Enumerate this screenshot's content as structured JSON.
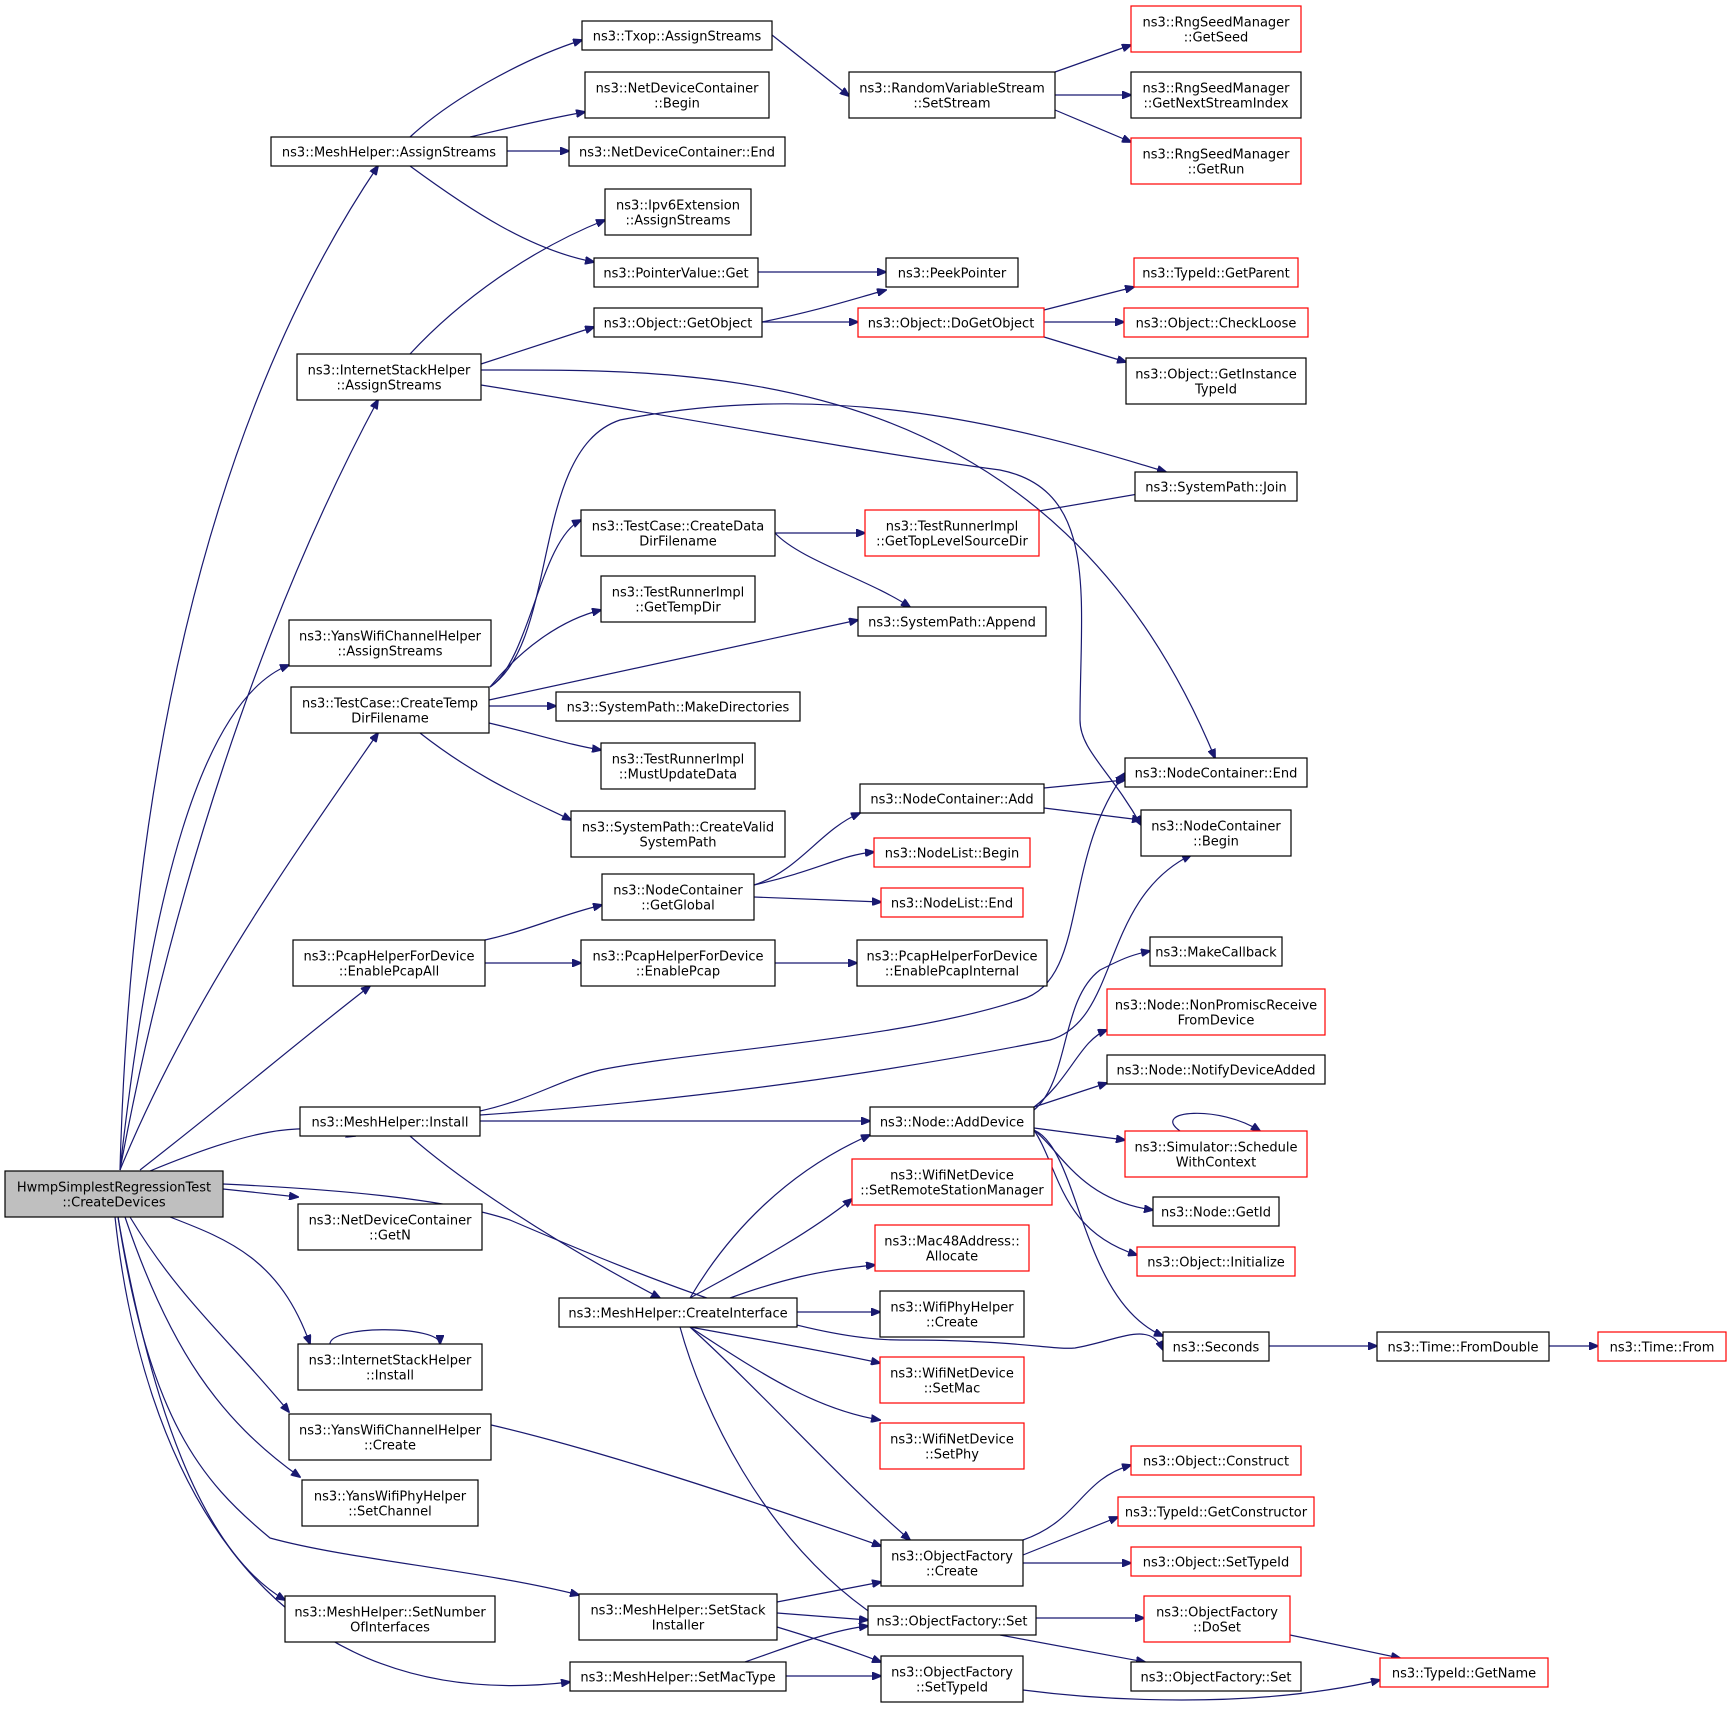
{
  "colors": {
    "edge": "#191970",
    "arrowhead": "#191970",
    "node_border_default": "#000000",
    "node_border_truncated": "#ff0000",
    "root_fill": "#bfbfbf",
    "node_fill": "#ffffff"
  },
  "nodes": [
    {
      "id": "root",
      "lines": [
        "HwmpSimplestRegressionTest",
        "::CreateDevices"
      ],
      "style": "root"
    },
    {
      "id": "mh_assign",
      "lines": [
        "ns3::MeshHelper::AssignStreams"
      ],
      "style": "normal"
    },
    {
      "id": "ish_assign",
      "lines": [
        "ns3::InternetStackHelper",
        "::AssignStreams"
      ],
      "style": "normal"
    },
    {
      "id": "ywch_assign",
      "lines": [
        "ns3::YansWifiChannelHelper",
        "::AssignStreams"
      ],
      "style": "normal"
    },
    {
      "id": "tc_tempdir",
      "lines": [
        "ns3::TestCase::CreateTemp",
        "DirFilename"
      ],
      "style": "normal"
    },
    {
      "id": "phfd_all",
      "lines": [
        "ns3::PcapHelperForDevice",
        "::EnablePcapAll"
      ],
      "style": "normal"
    },
    {
      "id": "mh_install",
      "lines": [
        "ns3::MeshHelper::Install"
      ],
      "style": "normal"
    },
    {
      "id": "ndc_getn",
      "lines": [
        "ns3::NetDeviceContainer",
        "::GetN"
      ],
      "style": "normal"
    },
    {
      "id": "ish_install",
      "lines": [
        "ns3::InternetStackHelper",
        "::Install"
      ],
      "style": "normal"
    },
    {
      "id": "ywch_create",
      "lines": [
        "ns3::YansWifiChannelHelper",
        "::Create"
      ],
      "style": "normal"
    },
    {
      "id": "ywph_setch",
      "lines": [
        "ns3::YansWifiPhyHelper",
        "::SetChannel"
      ],
      "style": "normal"
    },
    {
      "id": "mh_setnum",
      "lines": [
        "ns3::MeshHelper::SetNumber",
        "OfInterfaces"
      ],
      "style": "normal"
    },
    {
      "id": "txop_assign",
      "lines": [
        "ns3::Txop::AssignStreams"
      ],
      "style": "normal"
    },
    {
      "id": "ndc_begin",
      "lines": [
        "ns3::NetDeviceContainer",
        "::Begin"
      ],
      "style": "normal"
    },
    {
      "id": "ndc_end",
      "lines": [
        "ns3::NetDeviceContainer::End"
      ],
      "style": "normal"
    },
    {
      "id": "ipv6_assign",
      "lines": [
        "ns3::Ipv6Extension",
        "::AssignStreams"
      ],
      "style": "normal"
    },
    {
      "id": "pv_get",
      "lines": [
        "ns3::PointerValue::Get"
      ],
      "style": "normal"
    },
    {
      "id": "obj_getobj",
      "lines": [
        "ns3::Object::GetObject"
      ],
      "style": "normal"
    },
    {
      "id": "tc_datadir",
      "lines": [
        "ns3::TestCase::CreateData",
        "DirFilename"
      ],
      "style": "normal"
    },
    {
      "id": "tri_tempdir",
      "lines": [
        "ns3::TestRunnerImpl",
        "::GetTempDir"
      ],
      "style": "normal"
    },
    {
      "id": "sp_mkdirs",
      "lines": [
        "ns3::SystemPath::MakeDirectories"
      ],
      "style": "normal"
    },
    {
      "id": "tri_mustupd",
      "lines": [
        "ns3::TestRunnerImpl",
        "::MustUpdateData"
      ],
      "style": "normal"
    },
    {
      "id": "sp_valid",
      "lines": [
        "ns3::SystemPath::CreateValid",
        "SystemPath"
      ],
      "style": "normal"
    },
    {
      "id": "nc_getglobal",
      "lines": [
        "ns3::NodeContainer",
        "::GetGlobal"
      ],
      "style": "normal"
    },
    {
      "id": "phfd_enable",
      "lines": [
        "ns3::PcapHelperForDevice",
        "::EnablePcap"
      ],
      "style": "normal"
    },
    {
      "id": "mh_createif",
      "lines": [
        "ns3::MeshHelper::CreateInterface"
      ],
      "style": "normal"
    },
    {
      "id": "mh_setstack",
      "lines": [
        "ns3::MeshHelper::SetStack",
        "Installer"
      ],
      "style": "normal"
    },
    {
      "id": "mh_setmac",
      "lines": [
        "ns3::MeshHelper::SetMacType"
      ],
      "style": "normal"
    },
    {
      "id": "rvs_setstream",
      "lines": [
        "ns3::RandomVariableStream",
        "::SetStream"
      ],
      "style": "normal"
    },
    {
      "id": "peekptr",
      "lines": [
        "ns3::PeekPointer"
      ],
      "style": "normal"
    },
    {
      "id": "obj_dogetobj",
      "lines": [
        "ns3::Object::DoGetObject"
      ],
      "style": "truncated"
    },
    {
      "id": "tri_toplevel",
      "lines": [
        "ns3::TestRunnerImpl",
        "::GetTopLevelSourceDir"
      ],
      "style": "truncated"
    },
    {
      "id": "sp_append",
      "lines": [
        "ns3::SystemPath::Append"
      ],
      "style": "normal"
    },
    {
      "id": "nc_add",
      "lines": [
        "ns3::NodeContainer::Add"
      ],
      "style": "normal"
    },
    {
      "id": "nl_begin",
      "lines": [
        "ns3::NodeList::Begin"
      ],
      "style": "truncated"
    },
    {
      "id": "nl_end",
      "lines": [
        "ns3::NodeList::End"
      ],
      "style": "truncated"
    },
    {
      "id": "phfd_internal",
      "lines": [
        "ns3::PcapHelperForDevice",
        "::EnablePcapInternal"
      ],
      "style": "normal"
    },
    {
      "id": "node_adddev",
      "lines": [
        "ns3::Node::AddDevice"
      ],
      "style": "normal"
    },
    {
      "id": "wnd_setrsm",
      "lines": [
        "ns3::WifiNetDevice",
        "::SetRemoteStationManager"
      ],
      "style": "truncated"
    },
    {
      "id": "mac48_alloc",
      "lines": [
        "ns3::Mac48Address::",
        "Allocate"
      ],
      "style": "truncated"
    },
    {
      "id": "wph_create",
      "lines": [
        "ns3::WifiPhyHelper",
        "::Create"
      ],
      "style": "normal"
    },
    {
      "id": "wnd_setmac",
      "lines": [
        "ns3::WifiNetDevice",
        "::SetMac"
      ],
      "style": "truncated"
    },
    {
      "id": "wnd_setphy",
      "lines": [
        "ns3::WifiNetDevice",
        "::SetPhy"
      ],
      "style": "truncated"
    },
    {
      "id": "of_create",
      "lines": [
        "ns3::ObjectFactory",
        "::Create"
      ],
      "style": "normal"
    },
    {
      "id": "of_set",
      "lines": [
        "ns3::ObjectFactory::Set"
      ],
      "style": "normal"
    },
    {
      "id": "of_settypeid",
      "lines": [
        "ns3::ObjectFactory",
        "::SetTypeId"
      ],
      "style": "normal"
    },
    {
      "id": "rsm_getseed",
      "lines": [
        "ns3::RngSeedManager",
        "::GetSeed"
      ],
      "style": "truncated"
    },
    {
      "id": "rsm_getnext",
      "lines": [
        "ns3::RngSeedManager",
        "::GetNextStreamIndex"
      ],
      "style": "normal"
    },
    {
      "id": "rsm_getrun",
      "lines": [
        "ns3::RngSeedManager",
        "::GetRun"
      ],
      "style": "truncated"
    },
    {
      "id": "tid_getparent",
      "lines": [
        "ns3::TypeId::GetParent"
      ],
      "style": "truncated"
    },
    {
      "id": "obj_checkloose",
      "lines": [
        "ns3::Object::CheckLoose"
      ],
      "style": "truncated"
    },
    {
      "id": "obj_getinst",
      "lines": [
        "ns3::Object::GetInstance",
        "TypeId"
      ],
      "style": "normal"
    },
    {
      "id": "sp_join",
      "lines": [
        "ns3::SystemPath::Join"
      ],
      "style": "normal"
    },
    {
      "id": "nc_end",
      "lines": [
        "ns3::NodeContainer::End"
      ],
      "style": "normal"
    },
    {
      "id": "nc_begin",
      "lines": [
        "ns3::NodeContainer",
        "::Begin"
      ],
      "style": "normal"
    },
    {
      "id": "makecb",
      "lines": [
        "ns3::MakeCallback"
      ],
      "style": "normal"
    },
    {
      "id": "node_nonprom",
      "lines": [
        "ns3::Node::NonPromiscReceive",
        "FromDevice"
      ],
      "style": "truncated"
    },
    {
      "id": "node_notify",
      "lines": [
        "ns3::Node::NotifyDeviceAdded"
      ],
      "style": "normal"
    },
    {
      "id": "sim_schedctx",
      "lines": [
        "ns3::Simulator::Schedule",
        "WithContext"
      ],
      "style": "truncated"
    },
    {
      "id": "node_getid",
      "lines": [
        "ns3::Node::GetId"
      ],
      "style": "normal"
    },
    {
      "id": "obj_init",
      "lines": [
        "ns3::Object::Initialize"
      ],
      "style": "truncated"
    },
    {
      "id": "seconds",
      "lines": [
        "ns3::Seconds"
      ],
      "style": "normal"
    },
    {
      "id": "obj_construct",
      "lines": [
        "ns3::Object::Construct"
      ],
      "style": "truncated"
    },
    {
      "id": "tid_getctor",
      "lines": [
        "ns3::TypeId::GetConstructor"
      ],
      "style": "truncated"
    },
    {
      "id": "obj_settypeid",
      "lines": [
        "ns3::Object::SetTypeId"
      ],
      "style": "truncated"
    },
    {
      "id": "of_doset",
      "lines": [
        "ns3::ObjectFactory",
        "::DoSet"
      ],
      "style": "truncated"
    },
    {
      "id": "of_set2",
      "lines": [
        "ns3::ObjectFactory::Set"
      ],
      "style": "normal"
    },
    {
      "id": "time_fromdbl",
      "lines": [
        "ns3::Time::FromDouble"
      ],
      "style": "normal"
    },
    {
      "id": "time_from",
      "lines": [
        "ns3::Time::From"
      ],
      "style": "truncated"
    },
    {
      "id": "tid_getname",
      "lines": [
        "ns3::TypeId::GetName"
      ],
      "style": "truncated"
    }
  ]
}
